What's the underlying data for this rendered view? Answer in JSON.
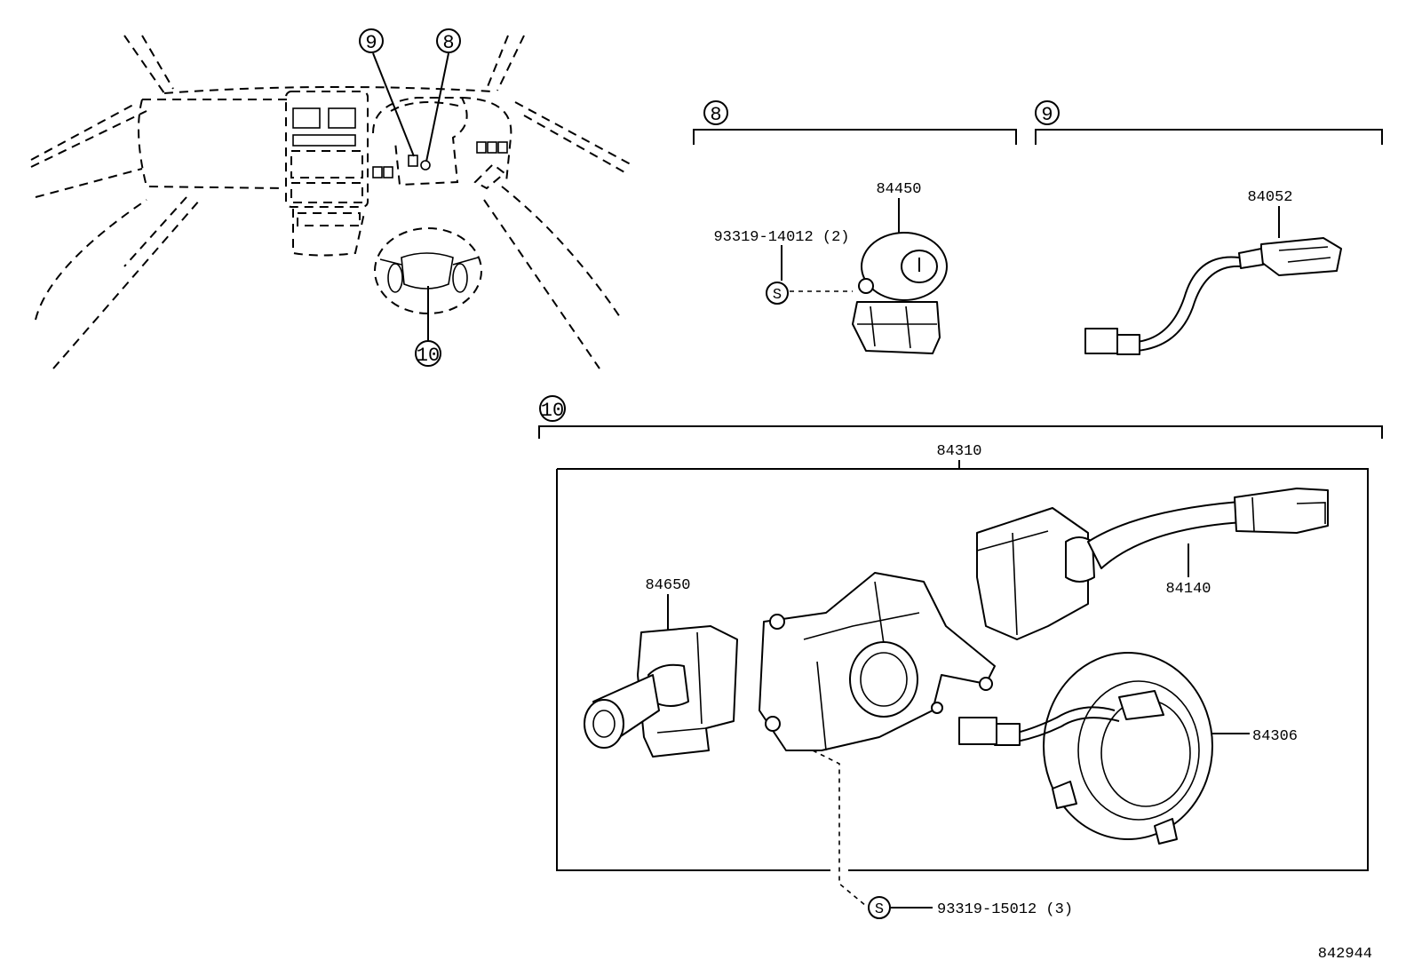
{
  "callouts": {
    "c8": "8",
    "c9": "9",
    "c10": "10"
  },
  "parts": {
    "p84450": "84450",
    "p93319_14012": "93319-14012 (2)",
    "p84052": "84052",
    "p84310": "84310",
    "p84650": "84650",
    "p84140": "84140",
    "p84306": "84306",
    "p93319_15012": "93319-15012 (3)"
  },
  "screw_symbol": "S",
  "drawing_number": "842944"
}
